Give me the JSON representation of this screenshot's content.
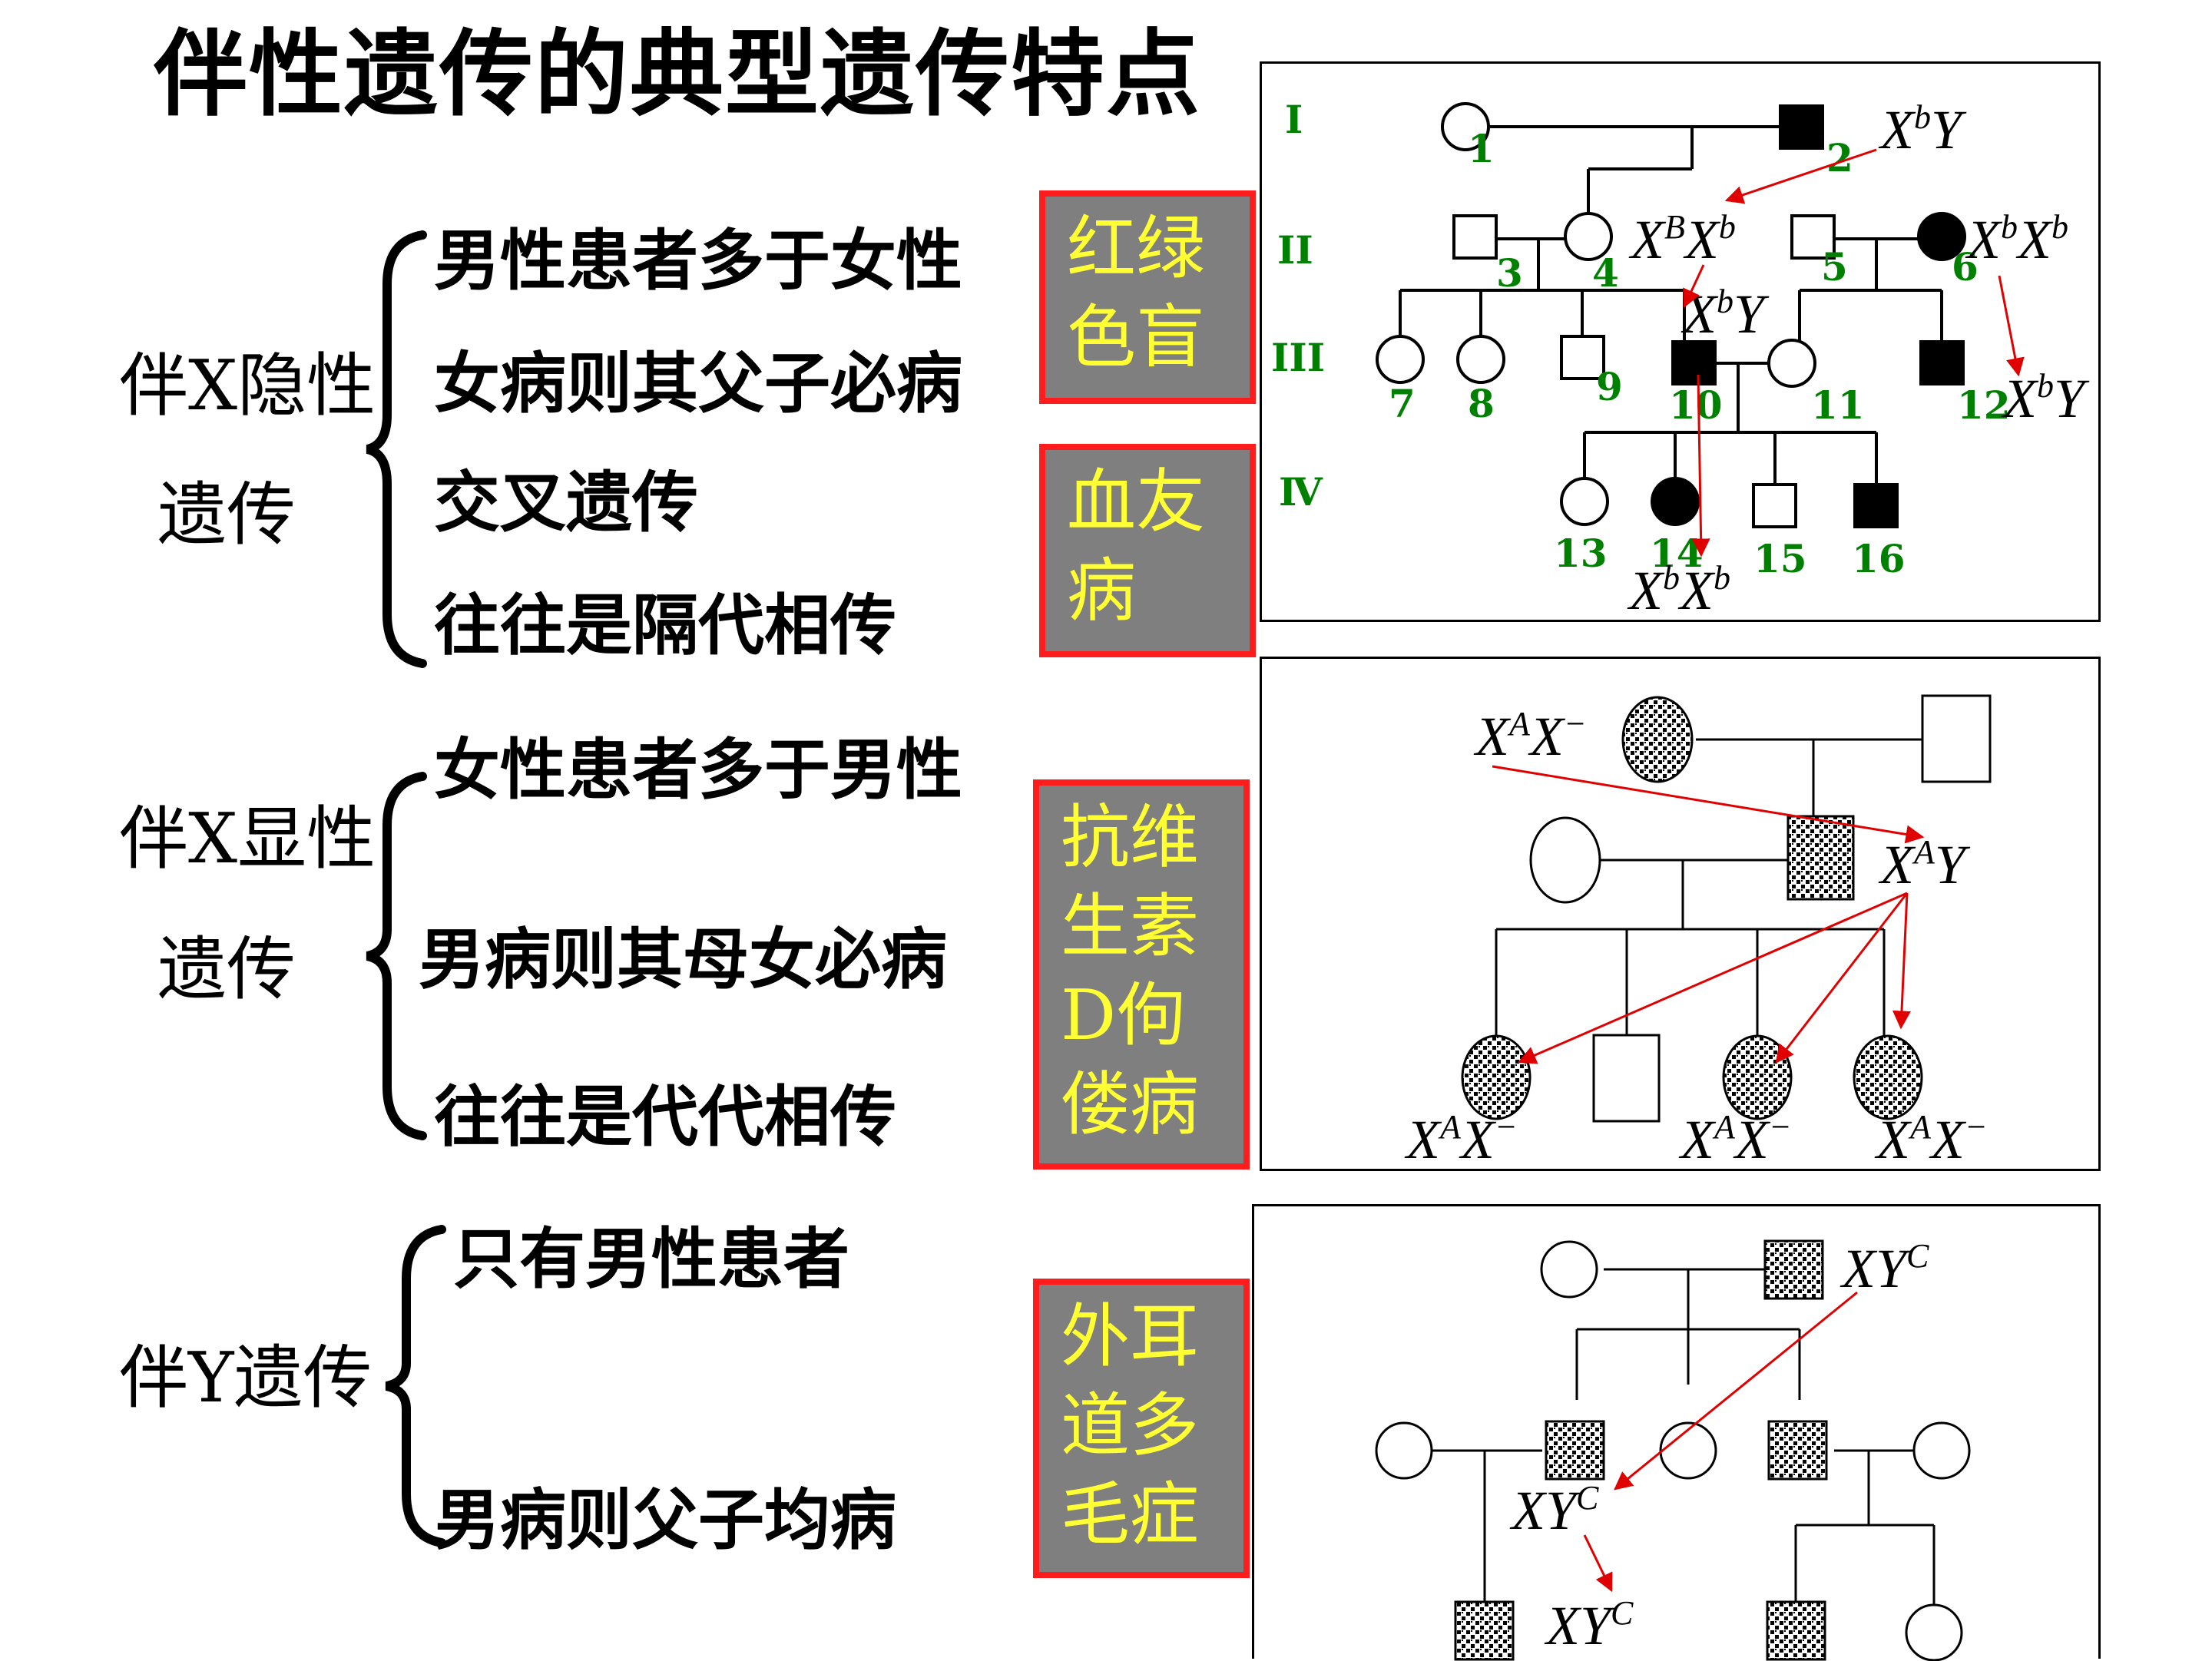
{
  "title": "伴性遗传的典型遗传特点",
  "sections": [
    {
      "category_line1": "伴X隐性",
      "category_line2": "遗传",
      "features": [
        "男性患者多于女性",
        "女病则其父子必病",
        "交叉遗传",
        "往往是隔代相传"
      ],
      "examples": [
        {
          "lines": [
            "红绿",
            "色盲"
          ]
        },
        {
          "lines": [
            "血友",
            "病"
          ]
        }
      ]
    },
    {
      "category_line1": "伴X显性",
      "category_line2": "遗传",
      "features": [
        "女性患者多于男性",
        "男病则其母女必病",
        "往往是代代相传"
      ],
      "examples": [
        {
          "lines": [
            "抗维",
            "生素",
            "D佝",
            "偻病"
          ]
        }
      ]
    },
    {
      "category_line1": "伴Y遗传",
      "features": [
        "只有男性患者",
        "男病则父子均病"
      ],
      "examples": [
        {
          "lines": [
            "外耳",
            "道多",
            "毛症"
          ]
        }
      ]
    }
  ],
  "pedigree1": {
    "generations": [
      "I",
      "II",
      "III",
      "Ⅳ"
    ],
    "numbers": [
      "1",
      "2",
      "3",
      "4",
      "5",
      "6",
      "7",
      "8",
      "9",
      "10",
      "11",
      "12",
      "13",
      "14",
      "15",
      "16"
    ],
    "genotypes": [
      {
        "base": "X",
        "sup": "b",
        "tail": "Y"
      },
      {
        "base": "X",
        "sup": "B",
        "mid": "X",
        "sup2": "b"
      },
      {
        "base": "X",
        "sup": "b",
        "mid": "X",
        "sup2": "b"
      },
      {
        "base": "X",
        "sup": "b",
        "tail": "Y"
      },
      {
        "base": "X",
        "sup": "b",
        "tail": "Y"
      },
      {
        "base": "X",
        "sup": "b",
        "mid": "X",
        "sup2": "b"
      }
    ]
  },
  "pedigree2": {
    "genotypes": [
      {
        "base": "X",
        "sup": "A",
        "mid": "X",
        "sup2": "−"
      },
      {
        "base": "X",
        "sup": "A",
        "tail": "Y"
      },
      {
        "base": "X",
        "sup": "A",
        "mid": "X",
        "sup2": "−"
      },
      {
        "base": "X",
        "sup": "A",
        "mid": "X",
        "sup2": "−"
      },
      {
        "base": "X",
        "sup": "A",
        "mid": "X",
        "sup2": "−"
      }
    ]
  },
  "pedigree3": {
    "genotypes": [
      {
        "base": "XY",
        "sup": "C"
      },
      {
        "base": "XY",
        "sup": "C"
      },
      {
        "base": "XY",
        "sup": "C"
      }
    ]
  },
  "colors": {
    "example_box_fill": "#7f7f7f",
    "example_box_border": "#ff1c1c",
    "example_text": "#ffff33",
    "pedigree_numbers": "#008000",
    "arrows": "#e00000"
  }
}
